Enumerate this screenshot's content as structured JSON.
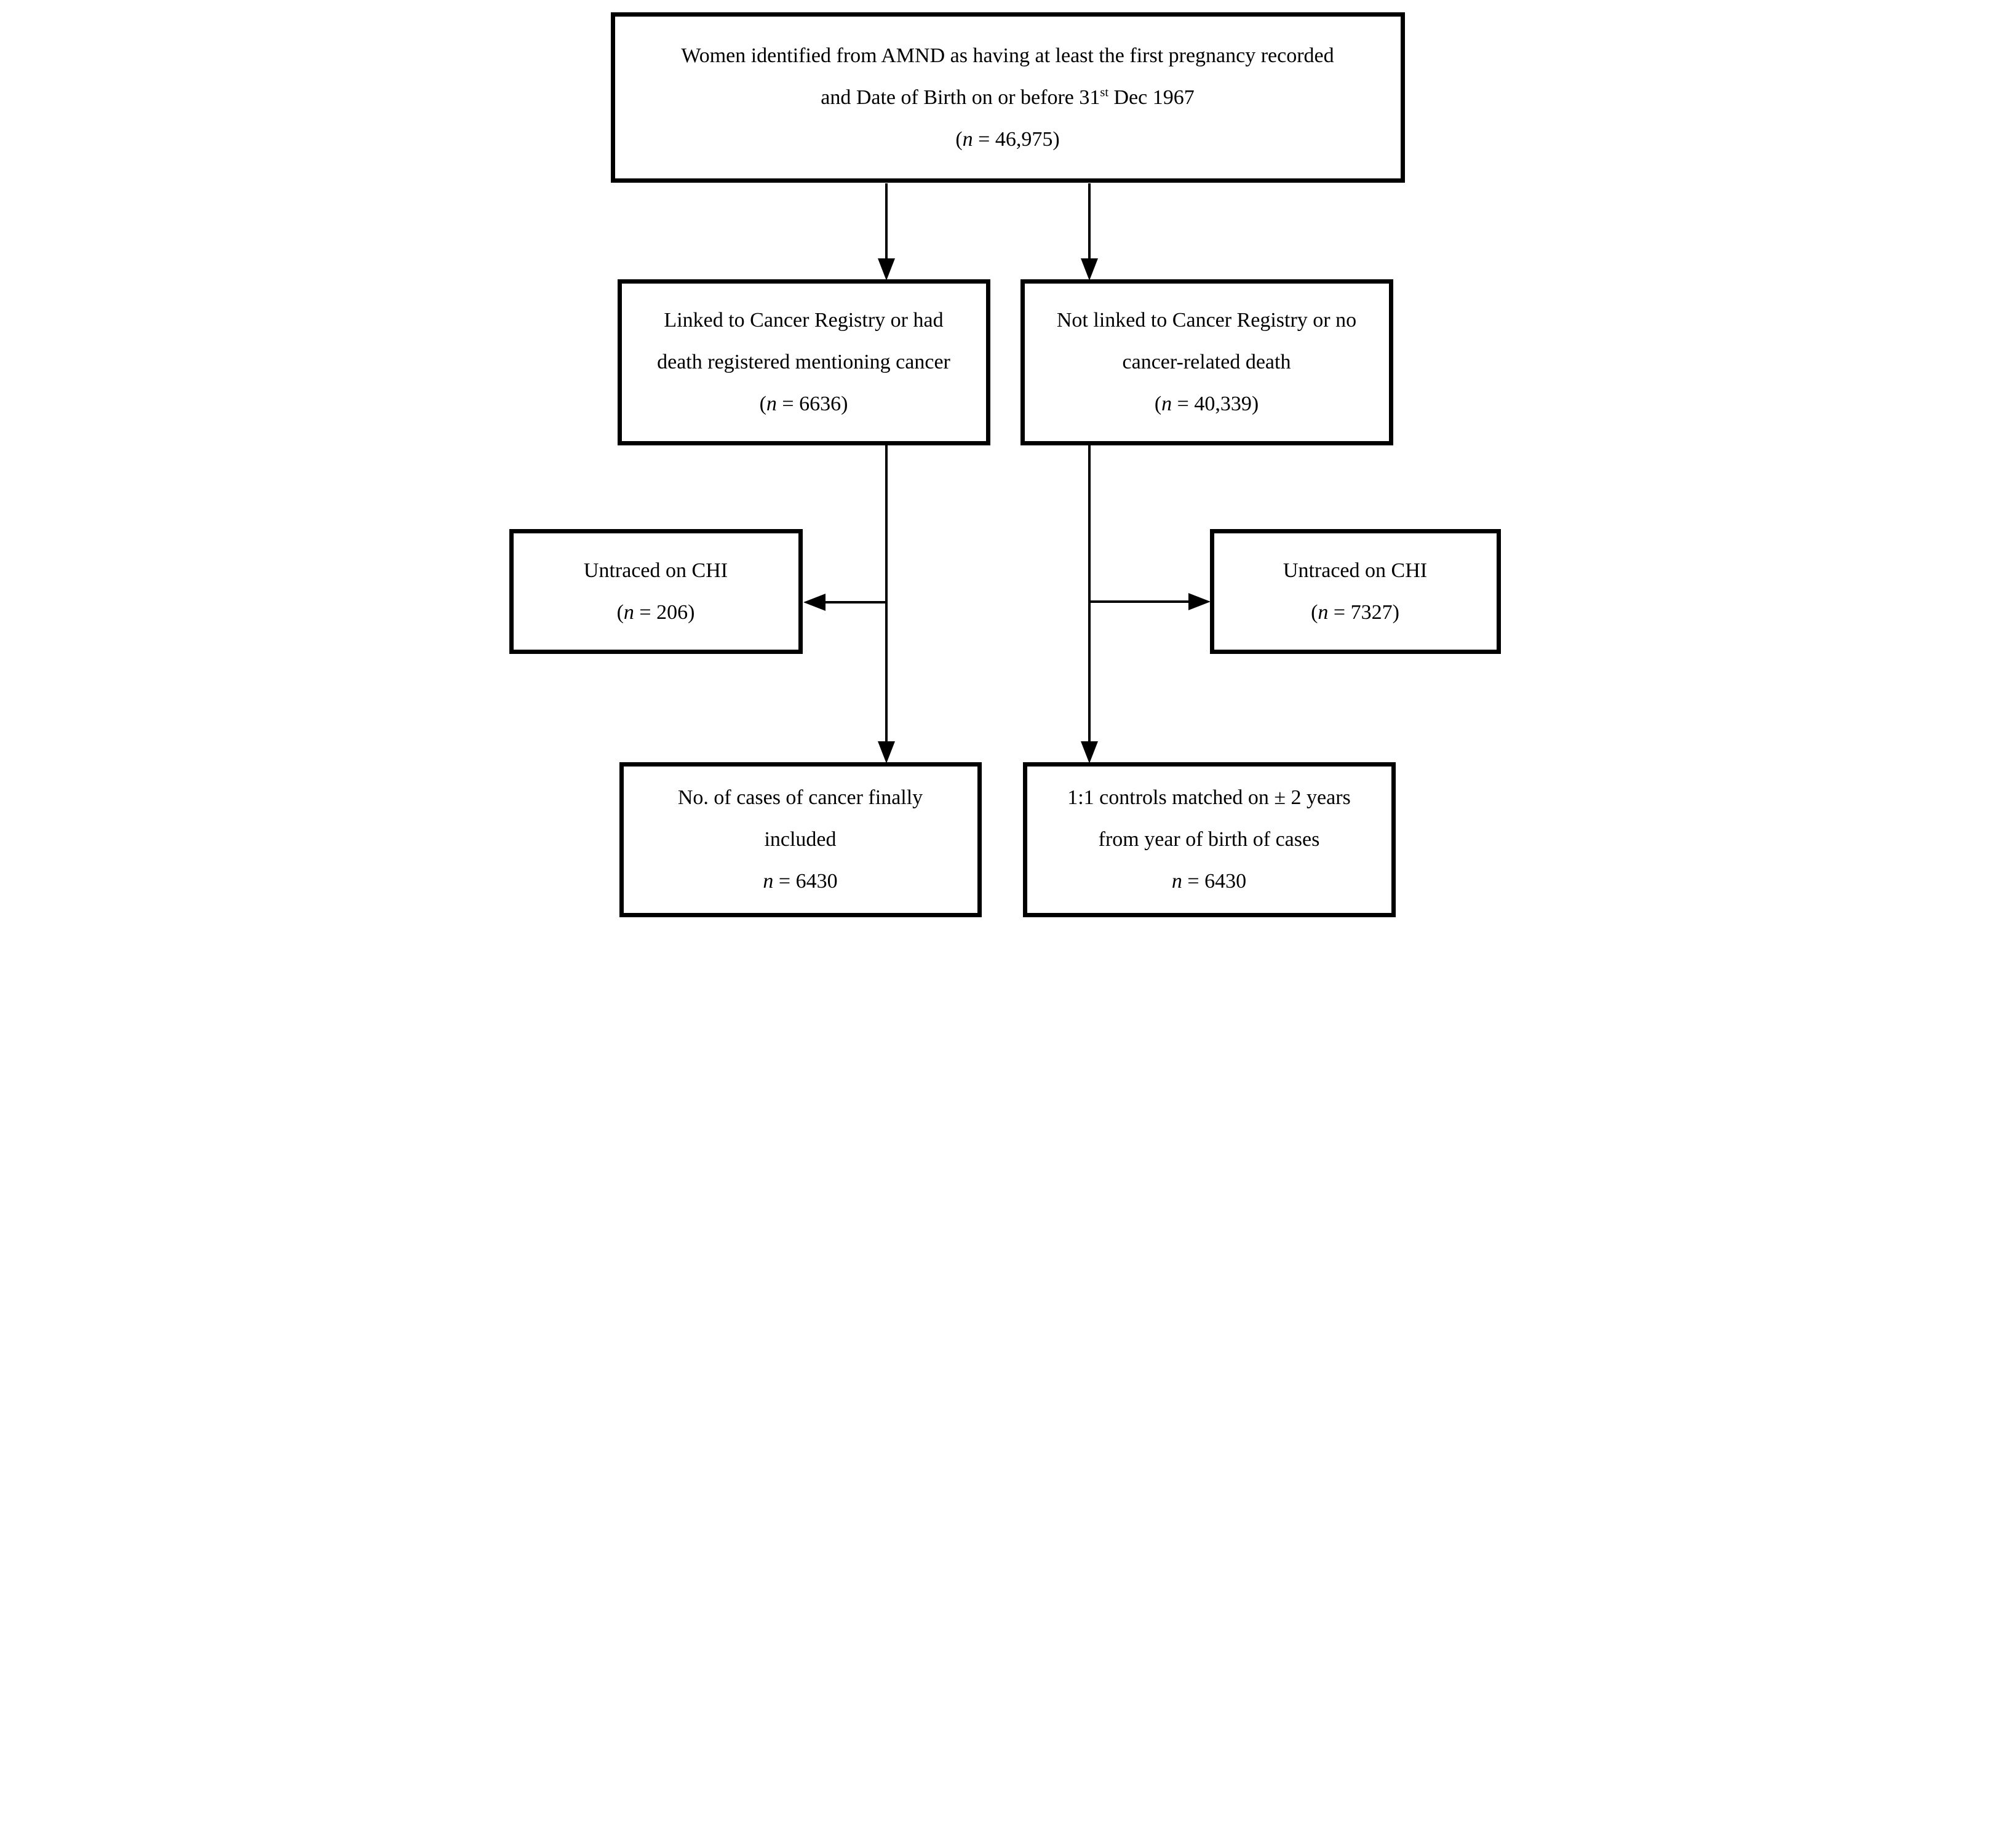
{
  "diagram": {
    "colors": {
      "line": "#000000",
      "background": "#ffffff",
      "text": "#000000"
    },
    "boxes": {
      "top": {
        "line1": "Women identified from AMND as having at least the first pregnancy recorded",
        "line2_prefix": "and Date of Birth on or before 31",
        "line2_sup": "st",
        "line2_suffix": " Dec 1967",
        "count_prefix": "(",
        "count_var": "n",
        "count_rest": " = 46,975)"
      },
      "linked": {
        "line1": "Linked to Cancer Registry or had",
        "line2": "death registered mentioning cancer",
        "count_prefix": "(",
        "count_var": "n",
        "count_rest": " = 6636)"
      },
      "not_linked": {
        "line1": "Not linked to Cancer Registry or no",
        "line2": "cancer-related death",
        "count_prefix": "(",
        "count_var": "n",
        "count_rest": " = 40,339)"
      },
      "untraced_left": {
        "line1": "Untraced on CHI",
        "count_prefix": "(",
        "count_var": "n",
        "count_rest": " = 206)"
      },
      "untraced_right": {
        "line1": "Untraced on CHI",
        "count_prefix": "(",
        "count_var": "n",
        "count_rest": " = 7327)"
      },
      "cases": {
        "line1": "No. of cases of cancer finally",
        "line2": "included",
        "count_var": "n",
        "count_rest": " = 6430"
      },
      "controls": {
        "line1": "1:1 controls matched on ± 2 years",
        "line2": "from year of birth of cases",
        "count_var": "n",
        "count_rest": " = 6430"
      }
    },
    "edges": [
      {
        "from": "top",
        "to": "linked"
      },
      {
        "from": "top",
        "to": "not_linked"
      },
      {
        "from": "linked",
        "to": "untraced_left"
      },
      {
        "from": "linked",
        "to": "cases"
      },
      {
        "from": "not_linked",
        "to": "untraced_right"
      },
      {
        "from": "not_linked",
        "to": "controls"
      }
    ]
  }
}
